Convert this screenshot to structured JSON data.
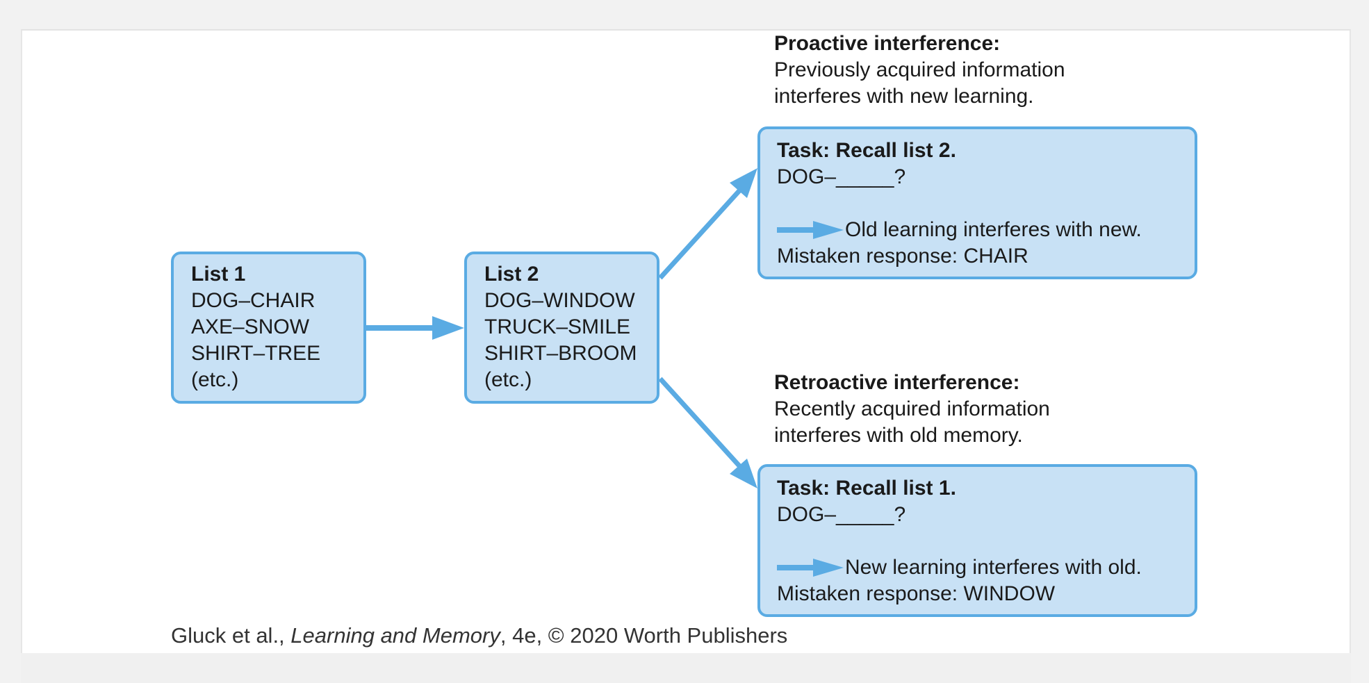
{
  "list1": {
    "title": "List 1",
    "items": [
      "DOG–CHAIR",
      "AXE–SNOW",
      "SHIRT–TREE",
      "(etc.)"
    ]
  },
  "list2": {
    "title": "List 2",
    "items": [
      "DOG–WINDOW",
      "TRUCK–SMILE",
      "SHIRT–BROOM",
      "(etc.)"
    ]
  },
  "proactive": {
    "heading": "Proactive interference:",
    "lines": [
      "Previously acquired information",
      "interferes with new learning."
    ],
    "task": {
      "title": "Task: Recall list 2.",
      "prompt": "DOG–_____?",
      "effect": "Old learning interferes with new.",
      "mistaken": "Mistaken response: CHAIR"
    }
  },
  "retroactive": {
    "heading": "Retroactive interference:",
    "lines": [
      "Recently acquired information",
      "interferes with old memory."
    ],
    "task": {
      "title": "Task: Recall list 1.",
      "prompt": "DOG–_____?",
      "effect": "New learning interferes with old.",
      "mistaken": "Mistaken response: WINDOW"
    }
  },
  "caption": {
    "authors": "Gluck et al., ",
    "book": "Learning and Memory",
    "rest": ", 4e, © 2020 Worth Publishers"
  },
  "colors": {
    "box_fill": "#c8e1f5",
    "box_border": "#5aabe3",
    "arrow": "#5aabe3"
  }
}
